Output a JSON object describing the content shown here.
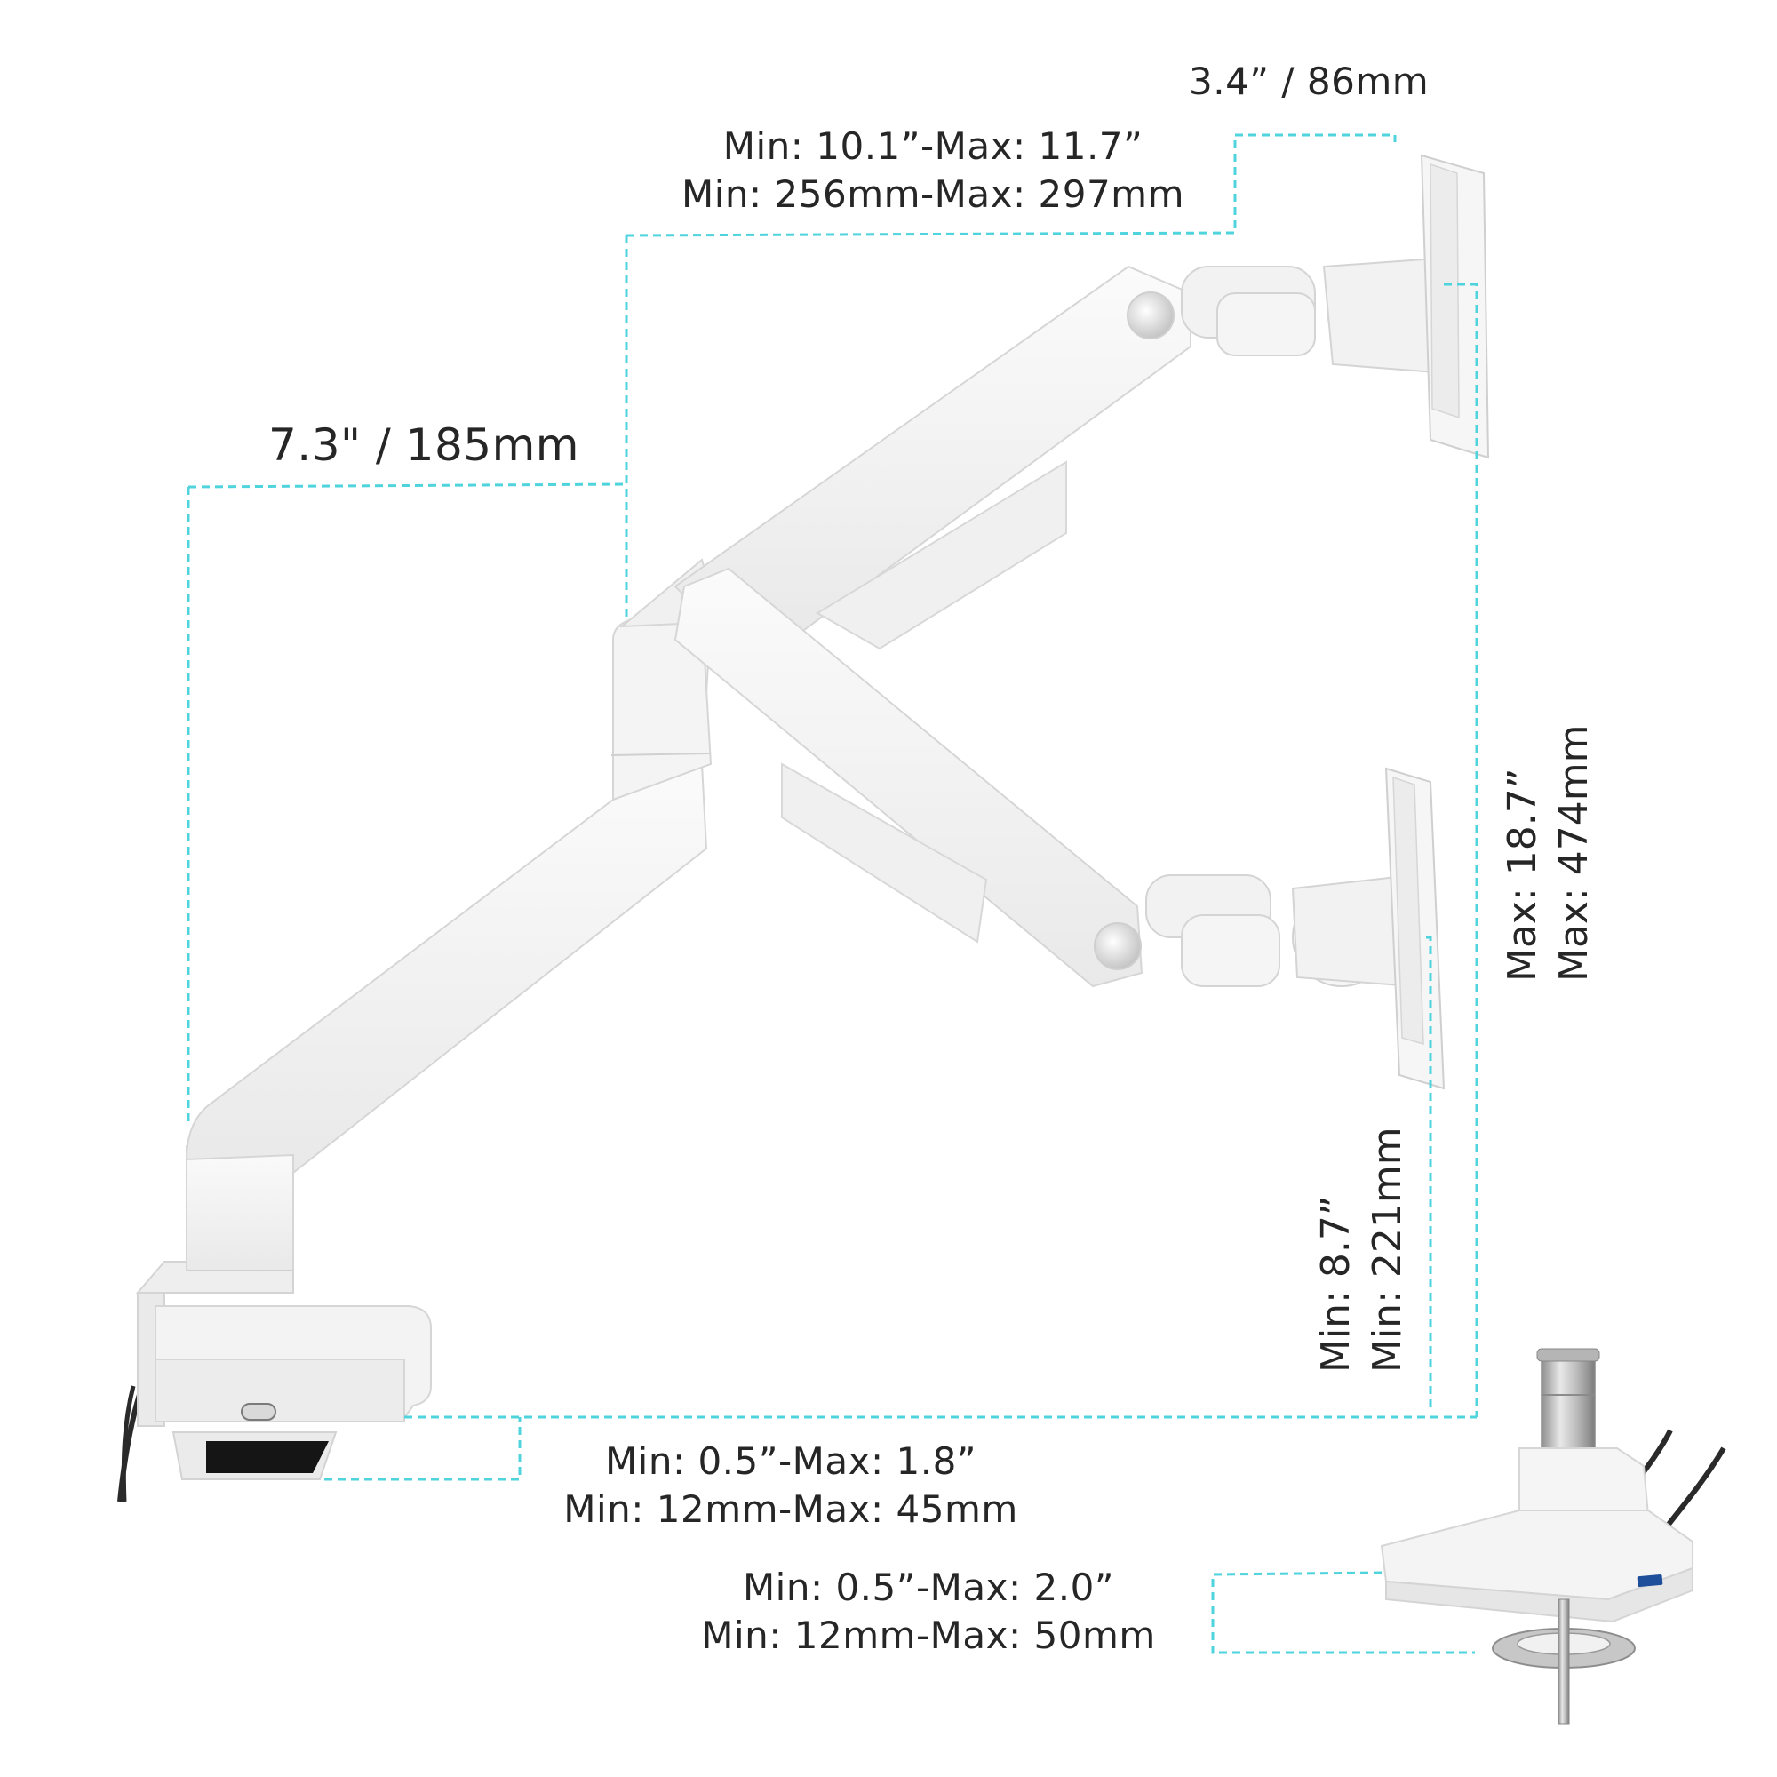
{
  "labels": {
    "top_offset": "3.4” / 86mm",
    "arm_extension_1": "Min: 10.1”-Max: 11.7”",
    "arm_extension_2": "Min: 256mm-Max: 297mm",
    "pole_offset": "7.3\" / 185mm",
    "max_height_1": "Max: 18.7”",
    "max_height_2": "Max: 474mm",
    "min_height_1": "Min: 8.7”",
    "min_height_2": "Min: 221mm",
    "desk_clamp_1": "Min: 0.5”-Max: 1.8”",
    "desk_clamp_2": "Min: 12mm-Max: 45mm",
    "grommet_1": "Min: 0.5”-Max: 2.0”",
    "grommet_2": "Min: 12mm-Max: 50mm"
  },
  "colors": {
    "dimension_line": "#4fd3dc",
    "product_body": "#f4f4f4",
    "product_edge": "#d6d6d6",
    "metal": "#b9b9b9",
    "cable": "#2a2a2a"
  }
}
